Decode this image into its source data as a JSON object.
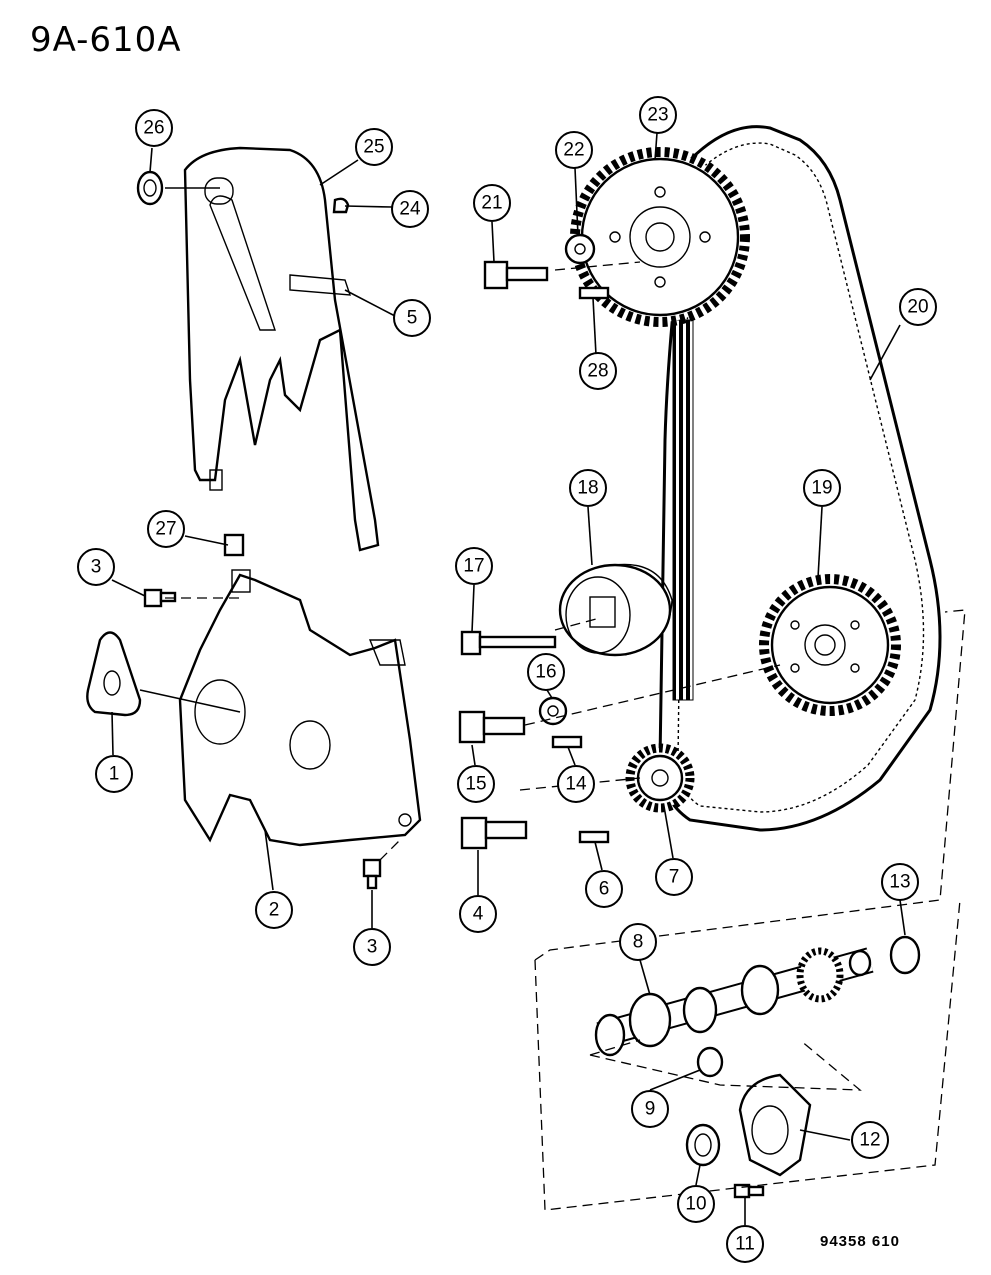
{
  "header": {
    "doc_code": "9A-610A"
  },
  "footer": {
    "figure_code": "94358 610"
  },
  "callouts": [
    {
      "id": "1",
      "label": "1"
    },
    {
      "id": "2",
      "label": "2"
    },
    {
      "id": "3a",
      "label": "3"
    },
    {
      "id": "3b",
      "label": "3"
    },
    {
      "id": "4",
      "label": "4"
    },
    {
      "id": "5",
      "label": "5"
    },
    {
      "id": "6",
      "label": "6"
    },
    {
      "id": "7",
      "label": "7"
    },
    {
      "id": "8",
      "label": "8"
    },
    {
      "id": "9",
      "label": "9"
    },
    {
      "id": "10",
      "label": "10"
    },
    {
      "id": "11",
      "label": "11"
    },
    {
      "id": "12",
      "label": "12"
    },
    {
      "id": "13",
      "label": "13"
    },
    {
      "id": "14",
      "label": "14"
    },
    {
      "id": "15",
      "label": "15"
    },
    {
      "id": "16",
      "label": "16"
    },
    {
      "id": "17",
      "label": "17"
    },
    {
      "id": "18",
      "label": "18"
    },
    {
      "id": "19",
      "label": "19"
    },
    {
      "id": "20",
      "label": "20"
    },
    {
      "id": "21",
      "label": "21"
    },
    {
      "id": "22",
      "label": "22"
    },
    {
      "id": "23",
      "label": "23"
    },
    {
      "id": "24",
      "label": "24"
    },
    {
      "id": "25",
      "label": "25"
    },
    {
      "id": "26",
      "label": "26"
    },
    {
      "id": "27",
      "label": "27"
    },
    {
      "id": "28",
      "label": "28"
    }
  ]
}
